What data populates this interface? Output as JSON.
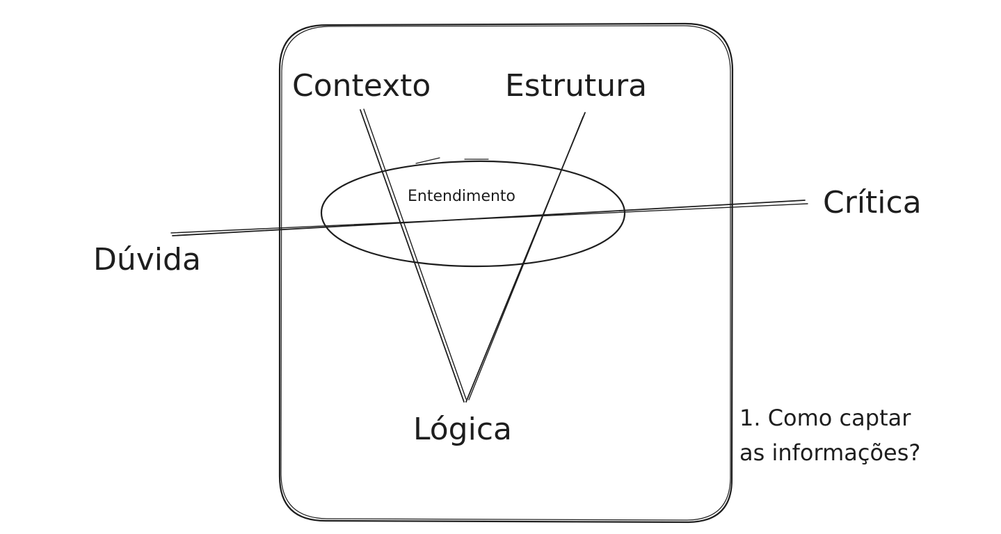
{
  "diagram": {
    "labels": {
      "contexto": "Contexto",
      "estrutura": "Estrutura",
      "entendimento": "Entendimento",
      "critica": "Crítica",
      "duvida": "Dúvida",
      "logica": "Lógica"
    },
    "note": {
      "line1": "1. Como captar",
      "line2": "as informações?"
    },
    "stroke_color": "#1e1e1e",
    "background_color": "#ffffff"
  }
}
